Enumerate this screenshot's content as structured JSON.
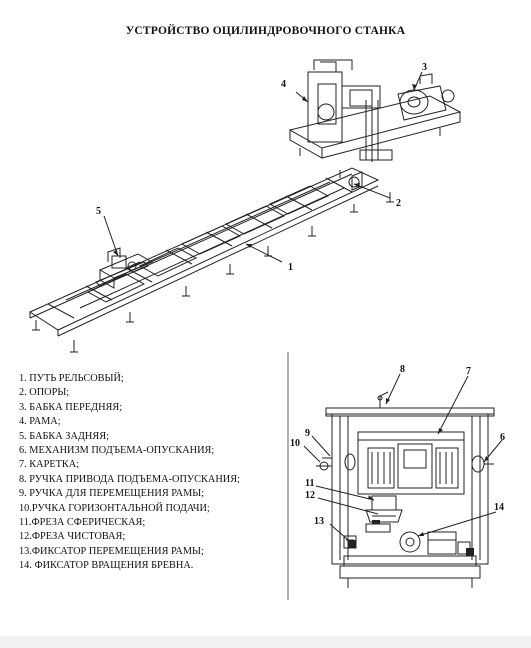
{
  "title": "УСТРОЙСТВО ОЦИЛИНДРОВОЧНОГО СТАНКА",
  "callouts": {
    "c1": "1",
    "c2": "2",
    "c3": "3",
    "c4": "4",
    "c5": "5",
    "c6": "6",
    "c7": "7",
    "c8": "8",
    "c9": "9",
    "c10": "10",
    "c11": "11",
    "c12": "12",
    "c13": "13",
    "c14": "14"
  },
  "legend": [
    "1.  ПУТЬ РЕЛЬСОВЫЙ;",
    "2.  ОПОРЫ;",
    "3.  БАБКА ПЕРЕДНЯЯ;",
    "4.  РАМА;",
    "5.  БАБКА ЗАДНЯЯ;",
    "6.  МЕХАНИЗМ ПОДЪЕМА-ОПУСКАНИЯ;",
    "7.  КАРЕТКА;",
    "8.  РУЧКА ПРИВОДА ПОДЪЕМА-ОПУСКАНИЯ;",
    "9.  РУЧКА ДЛЯ ПЕРЕМЕЩЕНИЯ РАМЫ;",
    "10.РУЧКА ГОРИЗОНТАЛЬНОЙ ПОДАЧИ;",
    "11.ФРЕЗА СФЕРИЧЕСКАЯ;",
    "12.ФРЕЗА ЧИСТОВАЯ;",
    "13.ФИКСАТОР ПЕРЕМЕЩЕНИЯ РАМЫ;",
    "14. ФИКСАТОР ВРАЩЕНИЯ БРЕВНА."
  ]
}
